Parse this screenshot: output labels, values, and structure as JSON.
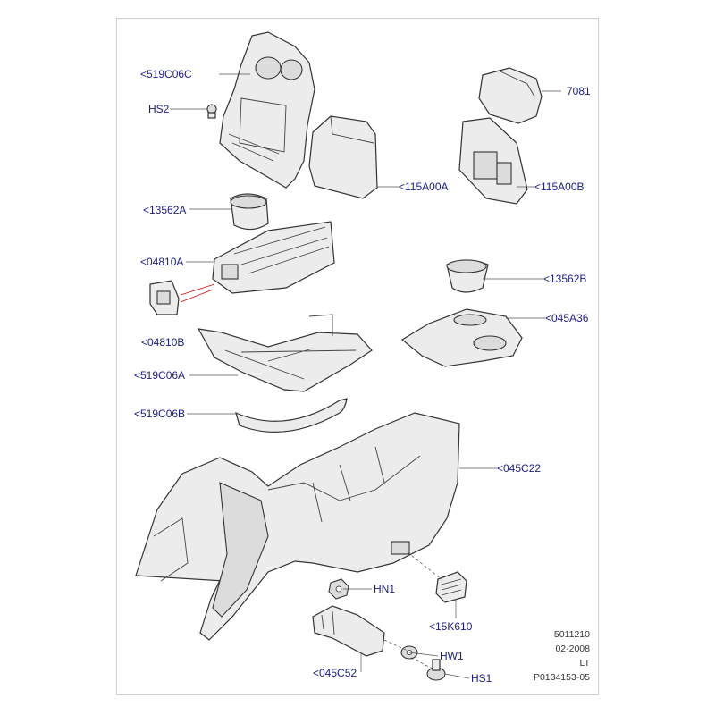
{
  "callouts": {
    "c519c06c": "<519C06C",
    "hs2": "HS2",
    "c13562a": "<13562A",
    "c04810a": "<04810A",
    "c04810b": "<04810B",
    "c519c06a": "<519C06A",
    "c519c06b": "<519C06B",
    "c7081": "7081",
    "c115a00a": "<115A00A",
    "c115a00b": "<115A00B",
    "c13562b": "<13562B",
    "c045a36": "<045A36",
    "c045c22": "<045C22",
    "hn1": "HN1",
    "c15k610": "<15K610",
    "hw1": "HW1",
    "c045c52": "<045C52",
    "hs1": "HS1"
  },
  "meta": {
    "line1": "5011210",
    "line2": "02-2008",
    "line3": "LT",
    "line4": "P0134153-05"
  },
  "colors": {
    "label": "#1a1d87",
    "highlight_leader": "#d01010"
  }
}
